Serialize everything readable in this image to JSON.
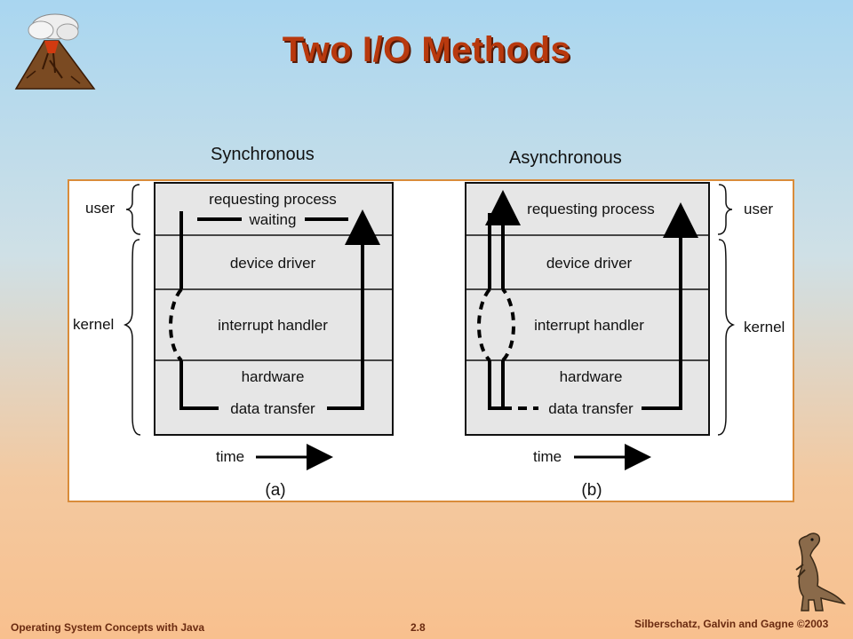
{
  "slide": {
    "title": "Two I/O Methods",
    "subtitle_left": "Synchronous",
    "subtitle_right": "Asynchronous"
  },
  "diagram_a": {
    "caption": "(a)",
    "side_labels": {
      "user": "user",
      "kernel": "kernel"
    },
    "layers": {
      "requesting_process": "requesting process",
      "waiting": "waiting",
      "device_driver": "device driver",
      "interrupt_handler": "interrupt handler",
      "hardware": "hardware",
      "data_transfer": "data transfer"
    },
    "time_label": "time"
  },
  "diagram_b": {
    "caption": "(b)",
    "side_labels": {
      "user": "user",
      "kernel": "kernel"
    },
    "layers": {
      "requesting_process": "requesting process",
      "device_driver": "device driver",
      "interrupt_handler": "interrupt handler",
      "hardware": "hardware",
      "data_transfer": "data transfer"
    },
    "time_label": "time"
  },
  "footer": {
    "left": "Operating System Concepts with Java",
    "center": "2.8",
    "right": "Silberschatz, Galvin and Gagne ©2003"
  },
  "icons": {
    "top_left": "volcano-icon",
    "bottom_right": "dinosaur-icon"
  }
}
